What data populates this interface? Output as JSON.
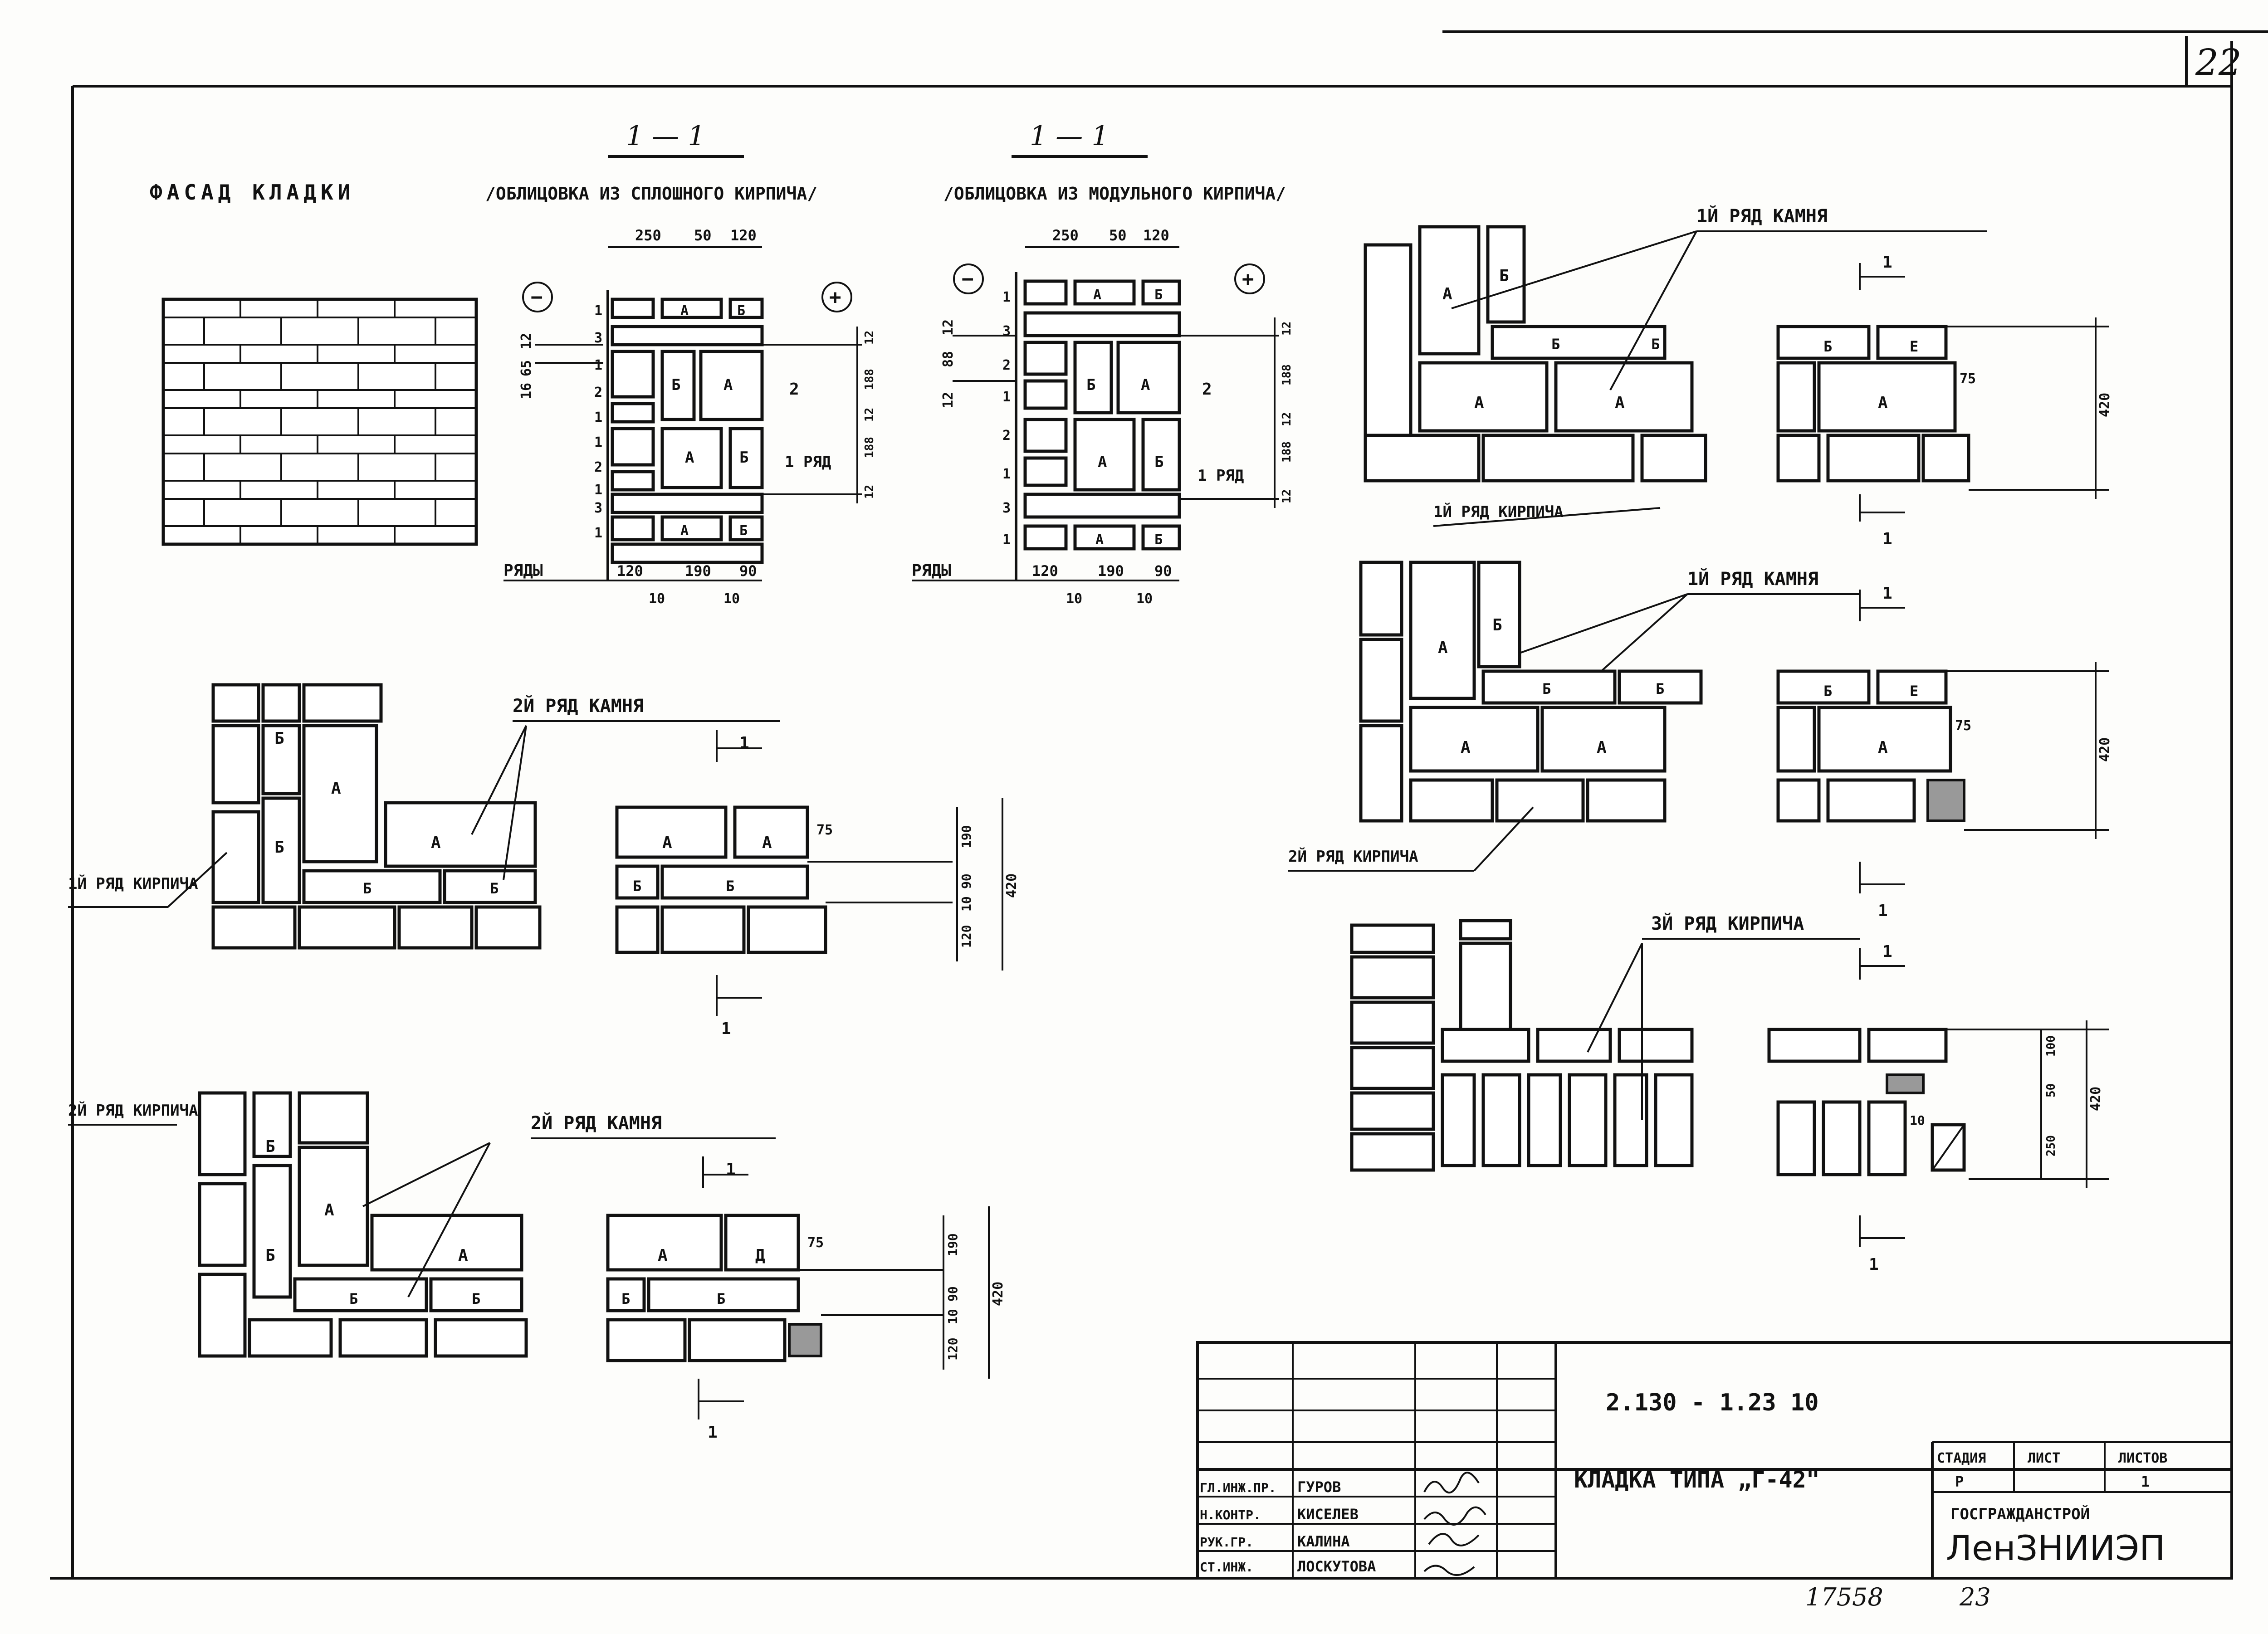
{
  "sheet": {
    "page_number": "22",
    "facade_title": "ФАСАД КЛАДКИ",
    "section_1": {
      "mark": "1 — 1",
      "subtitle": "/ОБЛИЦОВКА ИЗ СПЛОШНОГО КИРПИЧА/",
      "top_dims": [
        "250",
        "50",
        "120"
      ],
      "bottom_dims": [
        "120",
        "190",
        "90"
      ],
      "bottom_gaps": [
        "10",
        "10"
      ],
      "left_dims": [
        "16",
        "65",
        "12"
      ],
      "right_dims": [
        "12",
        "188",
        "12",
        "188",
        "12"
      ],
      "row_numbers": [
        "1",
        "3",
        "1",
        "2",
        "1",
        "1",
        "2",
        "1",
        "3",
        "1"
      ],
      "rows_label": "РЯДЫ",
      "label_2": "2",
      "label_1row": "1 РЯД",
      "minus": "−",
      "plus": "+"
    },
    "section_2": {
      "mark": "1 — 1",
      "subtitle": "/ОБЛИЦОВКА ИЗ МОДУЛЬНОГО КИРПИЧА/",
      "top_dims": [
        "250",
        "50",
        "120"
      ],
      "bottom_dims": [
        "120",
        "190",
        "90"
      ],
      "bottom_gaps": [
        "10",
        "10"
      ],
      "left_dims": [
        "12",
        "88",
        "12"
      ],
      "right_dims": [
        "12",
        "188",
        "12",
        "188",
        "12"
      ],
      "row_numbers": [
        "1",
        "3",
        "2",
        "1",
        "2",
        "1",
        "3",
        "1"
      ],
      "rows_label": "РЯДЫ",
      "label_2": "2",
      "label_1row": "1 РЯД",
      "minus": "−",
      "plus": "+"
    },
    "blocks": {
      "A": "А",
      "B": "Б",
      "E": "Е",
      "D": "Д"
    },
    "callouts": {
      "stone_row_1": "1Й РЯД КАМНЯ",
      "stone_row_2": "2Й РЯД КАМНЯ",
      "brick_row_1": "1Й РЯД КИРПИЧА",
      "brick_row_2": "2Й РЯД КИРПИЧА",
      "brick_row_3": "3Й РЯД КИРПИЧА"
    },
    "section_marks": [
      "1",
      "1"
    ],
    "dims": {
      "d75": "75",
      "d420": "420",
      "d190": "190",
      "d90": "90",
      "d10": "10",
      "d120": "120",
      "d250": "250",
      "d50": "50",
      "d100": "100"
    }
  },
  "title_block": {
    "doc_code": "2.130 - 1.23 10",
    "title": "КЛАДКА ТИПА „Г-42\"",
    "stage_header": "СТАДИЯ",
    "sheet_header": "ЛИСТ",
    "sheets_header": "ЛИСТОВ",
    "stage": "Р",
    "sheet": "1",
    "sheets": "",
    "org_1": "ГОСГРАЖДАНСТРОЙ",
    "org_2": "ЛенЗНИИЭП",
    "staff": [
      {
        "role": "ГЛ.ИНЖ.ПР.",
        "name": "ГУРОВ"
      },
      {
        "role": "Н.КОНТР.",
        "name": "КИСЕЛЕВ"
      },
      {
        "role": "РУК.ГР.",
        "name": "КАЛИНА"
      },
      {
        "role": "СТ.ИНЖ.",
        "name": "ЛОСКУТОВА"
      }
    ],
    "inventory_no": "17558",
    "format_no": "23"
  }
}
